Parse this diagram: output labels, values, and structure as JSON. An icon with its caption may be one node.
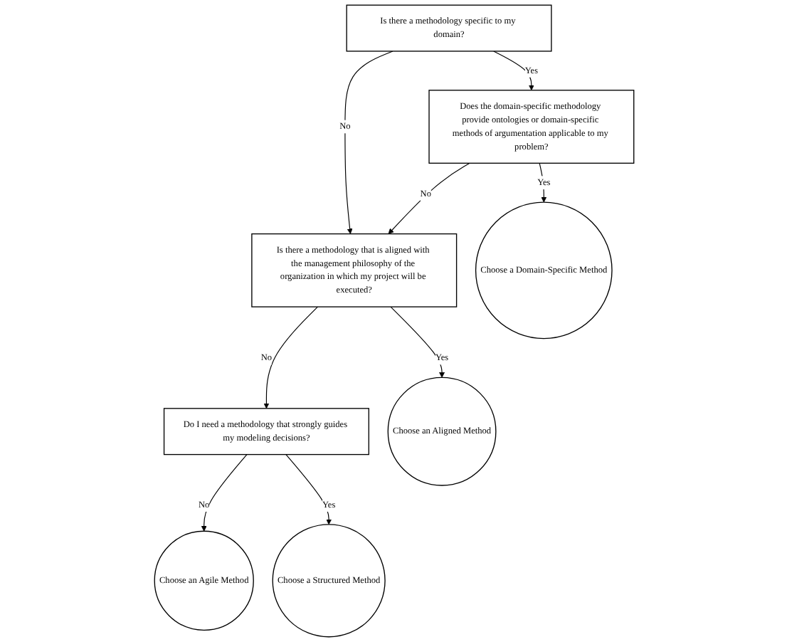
{
  "diagram": {
    "nodes": [
      {
        "text": [
          "Is there a methodology specific to my domain?"
        ]
      },
      {
        "text": [
          "Does the domain-specific methodology provide ontologies or domain-specific methods of argumentation applicable to my problem?"
        ]
      },
      {
        "text": [
          "Is there a methodology that is aligned with the management philosophy of the organization in which my project will be executed?"
        ]
      },
      {
        "text": [
          "Choose a Domain-Specific Method"
        ]
      },
      {
        "text": [
          "Do I need a methodology that strongly guides my modeling decisions?"
        ]
      },
      {
        "text": [
          "Choose an Aligned Method"
        ]
      },
      {
        "text": [
          "Choose an Agile Method"
        ]
      },
      {
        "text": [
          "Choose a Structured Method"
        ]
      }
    ],
    "edges": [
      {
        "from": 0,
        "to": 1,
        "arrow": "to",
        "label": "Yes"
      },
      {
        "from": 0,
        "to": 2,
        "arrow": "to",
        "label": "No"
      },
      {
        "from": 1,
        "to": 2,
        "arrow": "to",
        "label": "No"
      },
      {
        "from": 1,
        "to": 3,
        "arrow": "to",
        "label": "Yes"
      },
      {
        "from": 2,
        "to": 4,
        "arrow": "to",
        "label": "No"
      },
      {
        "from": 2,
        "to": 5,
        "arrow": "to",
        "label": "Yes"
      },
      {
        "from": 4,
        "to": 6,
        "arrow": "to",
        "label": "No"
      },
      {
        "from": 4,
        "to": 7,
        "arrow": "to",
        "label": "Yes"
      }
    ]
  }
}
